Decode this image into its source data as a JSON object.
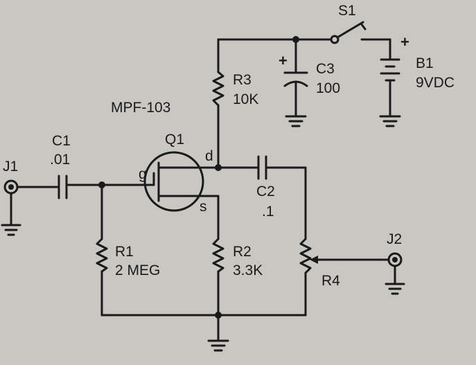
{
  "components": {
    "transistor": {
      "part": "MPF-103",
      "ref": "Q1",
      "gate": "g",
      "drain": "d",
      "source": "s"
    },
    "c1": {
      "ref": "C1",
      "value": ".01"
    },
    "c2": {
      "ref": "C2",
      "value": ".1"
    },
    "c3": {
      "ref": "C3",
      "value": "100",
      "polarity": "+"
    },
    "r1": {
      "ref": "R1",
      "value": "2 MEG"
    },
    "r2": {
      "ref": "R2",
      "value": "3.3K"
    },
    "r3": {
      "ref": "R3",
      "value": "10K"
    },
    "r4": {
      "ref": "R4"
    },
    "j1": {
      "ref": "J1"
    },
    "j2": {
      "ref": "J2"
    },
    "s1": {
      "ref": "S1"
    },
    "b1": {
      "ref": "B1",
      "value": "9VDC",
      "polarity": "+"
    }
  },
  "colors": {
    "ink": "#1a1a1a",
    "paper": "#c9c7c2"
  }
}
